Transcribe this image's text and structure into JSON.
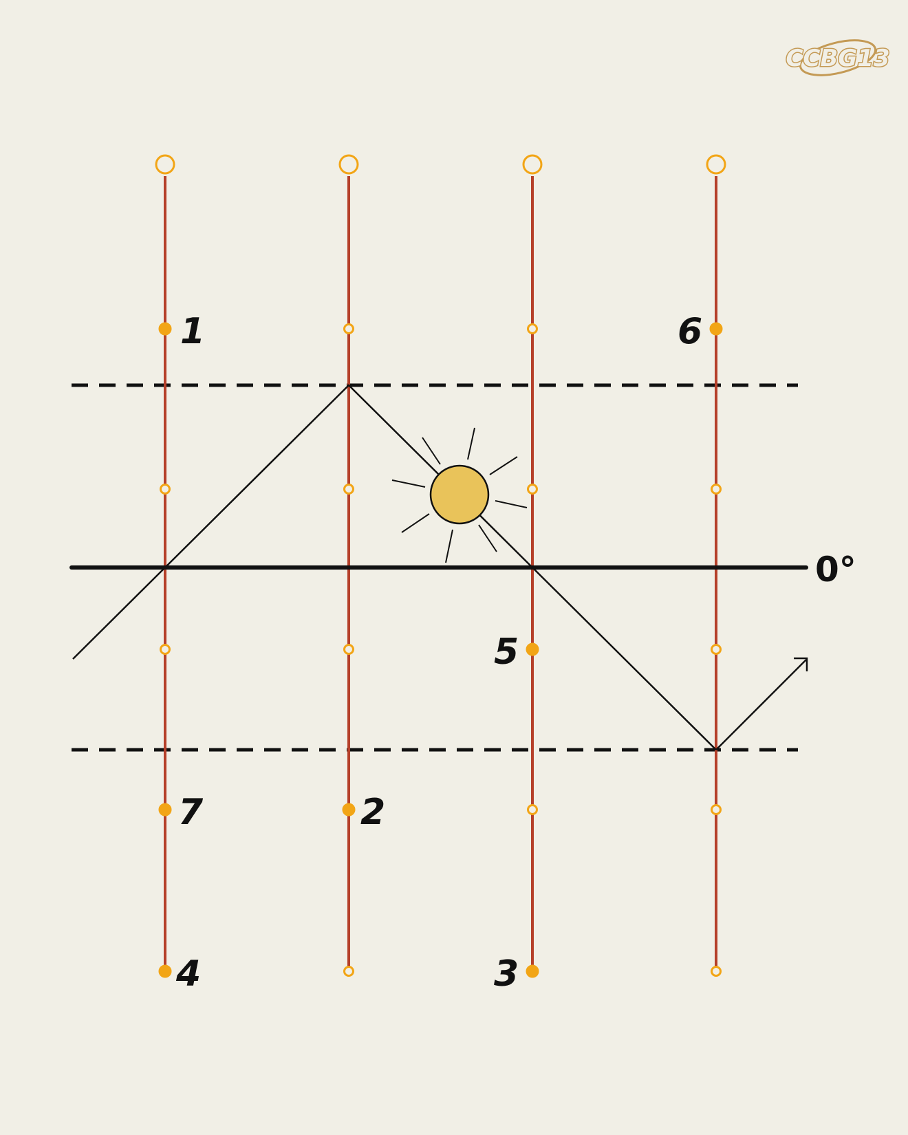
{
  "logo": {
    "text": "CCBG13",
    "color": "#c49a55"
  },
  "colors": {
    "background": "#f1efe6",
    "wire": "#b5402a",
    "dot": "#f2a516",
    "line": "#111111",
    "sun_fill": "#e9c35a"
  },
  "equator_label": "0°",
  "markers": [
    {
      "label": "1"
    },
    {
      "label": "6"
    },
    {
      "label": "5"
    },
    {
      "label": "7"
    },
    {
      "label": "2"
    },
    {
      "label": "4"
    },
    {
      "label": "3"
    }
  ],
  "icons": {
    "sun": "sun-icon",
    "arrow": "arrow-icon"
  }
}
